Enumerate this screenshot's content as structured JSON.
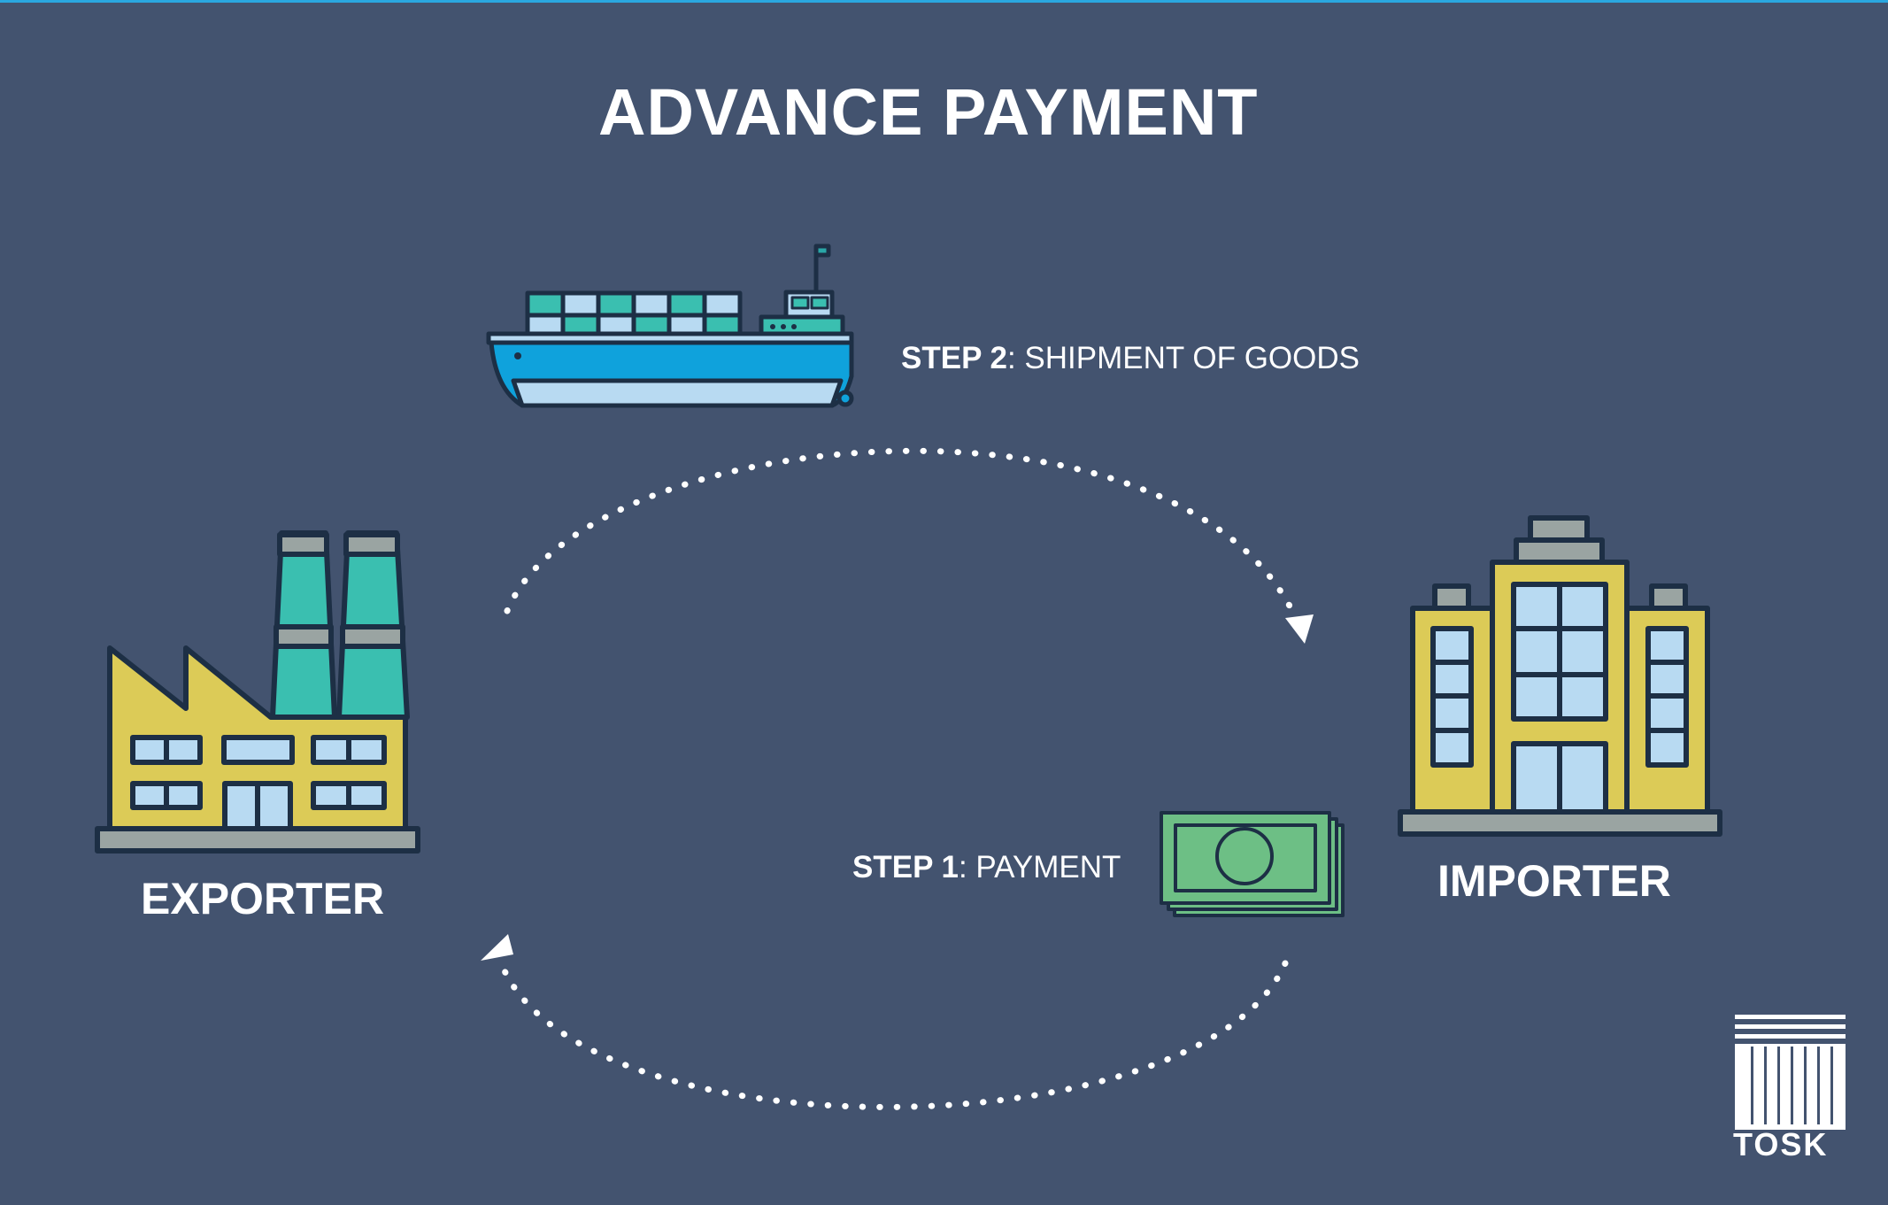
{
  "title": "ADVANCE PAYMENT",
  "step2": {
    "label": "STEP 2",
    "text": ": SHIPMENT OF GOODS"
  },
  "step1": {
    "label": "STEP 1",
    "text": ": PAYMENT"
  },
  "exporter": "EXPORTER",
  "importer": "IMPORTER",
  "logo": "TOSK",
  "icons": {
    "ship": "container-ship-icon",
    "factory": "factory-icon",
    "building": "office-building-icon",
    "money": "banknote-stack-icon"
  },
  "colors": {
    "background": "#43536f",
    "outline": "#1d2f45",
    "yellow": "#dccb57",
    "teal": "#3abfb0",
    "lightblue": "#b8daf2",
    "blue": "#0fa2dc",
    "gray": "#9aa4a2",
    "money": "#6dbf85"
  }
}
